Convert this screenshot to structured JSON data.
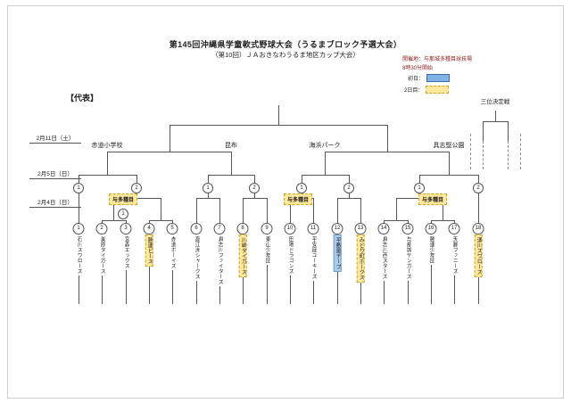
{
  "doc": {
    "title": "第145回沖縄県学童軟式野球大会（うるまブロック予選大会）",
    "subtitle": "（第10回）ＪＡおきなわうるま地区カップ大会）",
    "representative": "【代表】",
    "third_place": "三位決定戦"
  },
  "info": {
    "venue": "開催地：与那城多種目球技場",
    "start": "8時30分開始"
  },
  "legend": {
    "day1": "初日：",
    "day2": "2日目：",
    "day1_color": "#7fb2e5",
    "day2_color": "#ffe79b"
  },
  "dates": [
    "2月11日（土）",
    "2月5日（日）",
    "2月4日（日）"
  ],
  "groups": [
    {
      "venue": "赤道小学校",
      "games": [
        "1",
        "2"
      ]
    },
    {
      "venue": "昆布",
      "games": [
        "1",
        "2"
      ]
    },
    {
      "venue": "海浜パーク",
      "games": [
        "1",
        "2"
      ]
    },
    {
      "venue": "具志堅公園",
      "games": [
        "1",
        "2"
      ]
    }
  ],
  "subvenue": {
    "label": "与多種目",
    "boxes": [
      {
        "game": "1"
      },
      {
        "game": ""
      },
      {
        "game": ""
      }
    ]
  },
  "teams": [
    {
      "seed": "1",
      "name": "石川スワローズ",
      "hl": "none"
    },
    {
      "seed": "2",
      "name": "美原タイガース",
      "hl": "none"
    },
    {
      "seed": "3",
      "name": "宮森エックス",
      "hl": "none"
    },
    {
      "seed": "4",
      "name": "勝連ビース",
      "hl": "day2"
    },
    {
      "seed": "5",
      "name": "赤道ボーイズ",
      "hl": "none"
    },
    {
      "seed": "6",
      "name": "高江洲シャークス",
      "hl": "none"
    },
    {
      "seed": "7",
      "name": "具志川ファイターズ",
      "hl": "none"
    },
    {
      "seed": "8",
      "name": "川崎タイガース",
      "hl": "day2"
    },
    {
      "seed": "9",
      "name": "東山少年団",
      "hl": "none"
    },
    {
      "seed": "10",
      "name": "田場ドラゴンズ",
      "hl": "none"
    },
    {
      "seed": "11",
      "name": "平安座ユーキーズ",
      "hl": "none"
    },
    {
      "seed": "12",
      "name": "平敷屋チーブ",
      "hl": "day1"
    },
    {
      "seed": "13",
      "name": "みどり町ホークス",
      "hl": "day2"
    },
    {
      "seed": "14",
      "name": "具志川西スターズ",
      "hl": "none"
    },
    {
      "seed": "15",
      "name": "与那城ヤンガーズ",
      "hl": "none"
    },
    {
      "seed": "16",
      "name": "勝連少年団",
      "hl": "none"
    },
    {
      "seed": "17",
      "name": "天願ファニーズ",
      "hl": "none"
    },
    {
      "seed": "18",
      "name": "湧川スワローズ",
      "hl": "day2"
    }
  ]
}
